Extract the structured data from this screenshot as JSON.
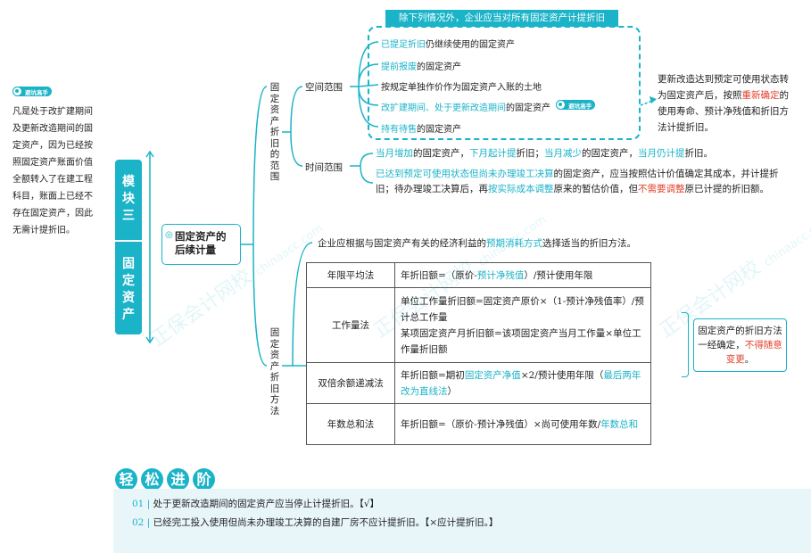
{
  "left_note": {
    "badge": "避坑高手",
    "text": "凡是处于改扩建期间及更新改造期间的固定资产，因为已经按照固定资产账面价值全额转入了在建工程科目，账面上已经不存在固定资产，因此无需计提折旧。"
  },
  "module": {
    "title_1": "模块三",
    "title_2": "固定资产"
  },
  "root": {
    "line1": "固定资产的",
    "line2": "后续计量"
  },
  "branch_range": {
    "label": "固定资产折旧的范围",
    "space": {
      "label": "空间范围",
      "header": "除下列情况外，企业应当对所有固定资产计提折旧",
      "items": [
        {
          "hl": "已提足折旧",
          "rest": "仍继续使用的固定资产"
        },
        {
          "hl": "提前报废",
          "rest": "的固定资产"
        },
        {
          "hl": "",
          "rest": "按规定单独作价作为固定资产入账的土地"
        },
        {
          "hl": "改扩建期间、处于更新改造期间",
          "rest": "的固定资产"
        },
        {
          "hl": "持有待售",
          "rest": "的固定资产"
        }
      ],
      "item_badge": "避坑高手",
      "note": {
        "p1": "更新改造达到预定可使用状态转为固定资产后，按照",
        "hl": "重新确定",
        "p2": "的使用寿命、预计净残值和折旧方法计提折旧。"
      }
    },
    "time": {
      "label": "时间范围",
      "line1": {
        "a": "当月增加",
        "b": "的固定资产，",
        "c": "下月起计提",
        "d": "折旧；",
        "e": "当月减少",
        "f": "的固定资产，",
        "g": "当月仍计提",
        "h": "折旧。"
      },
      "para2": {
        "a": "已达到预定可使用状态但尚未办理竣工决算",
        "b": "的固定资产，应当按照估计价值确定其成本，并计提折旧；待办理竣工决算后，再",
        "c": "按实际成本调整",
        "d": "原来的暂估价值，但",
        "e": "不需要调整",
        "f": "原已计提的折旧额。"
      }
    }
  },
  "branch_method": {
    "label": "固定资产折旧方法",
    "intro": {
      "a": "企业应根据与固定资产有关的经济利益的",
      "b": "预期消耗方式",
      "c": "选择适当的折旧方法。"
    },
    "rows": [
      {
        "name": "年限平均法",
        "f1": "年折旧额=（原价-",
        "f1_hl": "预计净残值",
        "f1_b": "）/预计使用年限"
      },
      {
        "name": "工作量法",
        "f1": "单位工作量折旧额=固定资产原价×（1-预计净残值率）/预计总工作量",
        "f2": "某项固定资产月折旧额=该项固定资产当月工作量×单位工作量折旧额"
      },
      {
        "name": "双倍余额递减法",
        "f1": "年折旧额=期初",
        "f1_hl": "固定资产净值",
        "f1_b": "×2/预计使用年限（",
        "f1_hl2": "最后两年改为直线法",
        "f1_c": "）"
      },
      {
        "name": "年数总和法",
        "f1": "年折旧额=（原价-预计净残值）×尚可使用年数/",
        "f1_hl": "年数总和"
      }
    ],
    "note": {
      "a": "固定资产的折旧方法一经确定，",
      "b": "不得随意变更",
      "c": "。"
    }
  },
  "quiz": {
    "title_chars": [
      "轻",
      "松",
      "进",
      "阶"
    ],
    "items": [
      {
        "no": "01",
        "text": "处于更新改造期间的固定资产应当停止计提折旧。【√】"
      },
      {
        "no": "02",
        "text": "已经完工投入使用但尚未办理竣工决算的自建厂房不应计提折旧。【×应计提折旧。】"
      }
    ]
  },
  "watermark": {
    "cn": "正保会计网校",
    "en": "chinaacc.com"
  },
  "colors": {
    "accent": "#1ab3c8",
    "highlight_red": "#e0402a"
  }
}
